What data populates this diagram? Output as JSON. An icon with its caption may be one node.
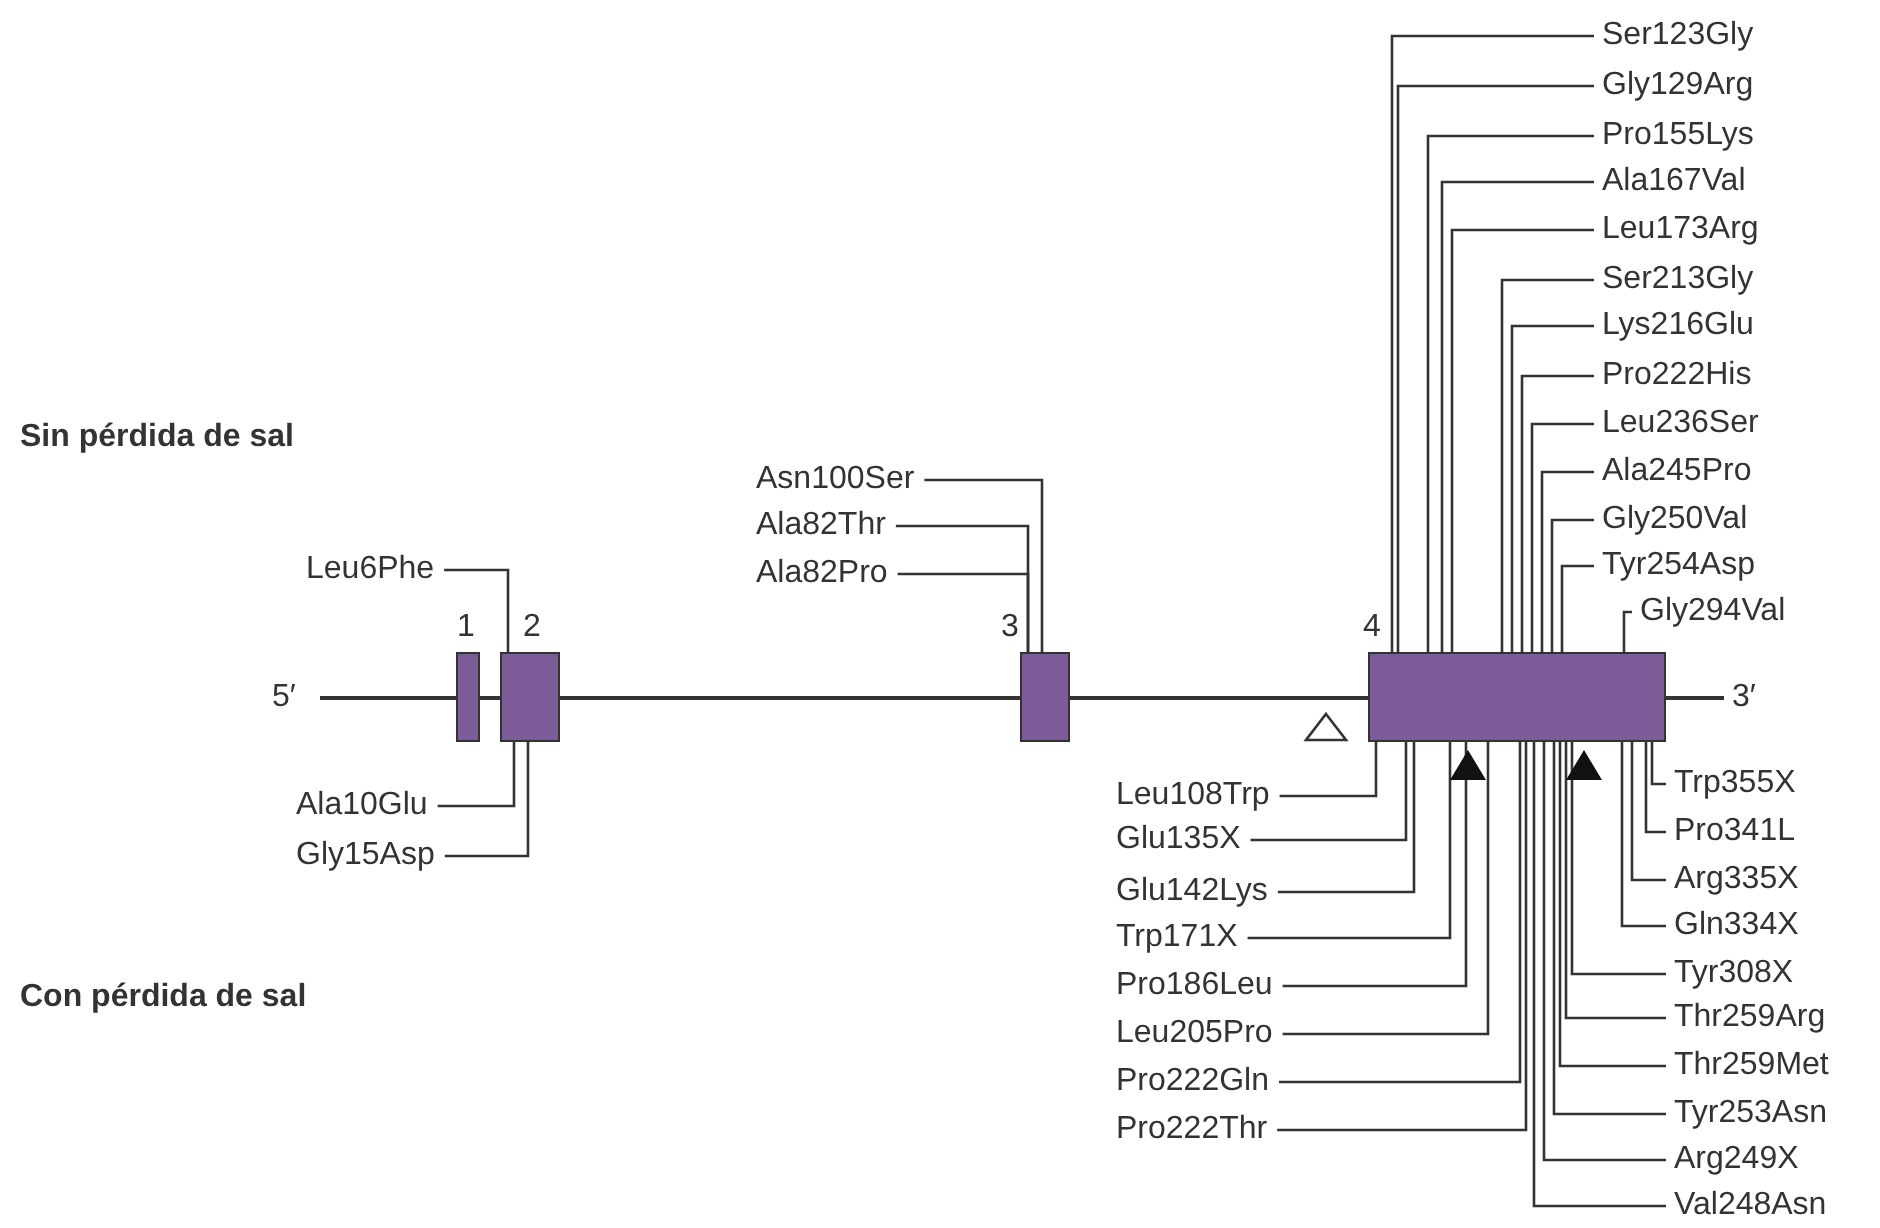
{
  "diagram": {
    "nodes": [
      {
        "text": [
          "1"
        ]
      },
      {
        "text": [
          "2"
        ]
      },
      {
        "text": [
          "3"
        ]
      },
      {
        "text": [
          "4"
        ]
      },
      {
        "text": [
          "Leu6Phe"
        ]
      },
      {
        "text": [
          "Asn100Ser"
        ]
      },
      {
        "text": [
          "Ala82Thr"
        ]
      },
      {
        "text": [
          "Ala82Pro"
        ]
      },
      {
        "text": [
          "Ser123Gly"
        ]
      },
      {
        "text": [
          "Gly129Arg"
        ]
      },
      {
        "text": [
          "Pro155Lys"
        ]
      },
      {
        "text": [
          "Ala167Val"
        ]
      },
      {
        "text": [
          "Leu173Arg"
        ]
      },
      {
        "text": [
          "Ser213Gly"
        ]
      },
      {
        "text": [
          "Lys216Glu"
        ]
      },
      {
        "text": [
          "Pro222His"
        ]
      },
      {
        "text": [
          "Leu236Ser"
        ]
      },
      {
        "text": [
          "Ala245Pro"
        ]
      },
      {
        "text": [
          "Gly250Val"
        ]
      },
      {
        "text": [
          "Tyr254Asp"
        ]
      },
      {
        "text": [
          "Gly294Val"
        ]
      },
      {
        "text": [
          "Ala10Glu"
        ]
      },
      {
        "text": [
          "Gly15Asp"
        ]
      },
      {
        "text": [
          "Leu108Trp"
        ]
      },
      {
        "text": [
          "Glu135X"
        ]
      },
      {
        "text": [
          "Glu142Lys"
        ]
      },
      {
        "text": [
          "Trp171X"
        ]
      },
      {
        "text": [
          "Pro186Leu"
        ]
      },
      {
        "text": [
          "Leu205Pro"
        ]
      },
      {
        "text": [
          "Pro222Gln"
        ]
      },
      {
        "text": [
          "Pro222Thr"
        ]
      },
      {
        "text": [
          "Trp355X"
        ]
      },
      {
        "text": [
          "Pro341L"
        ]
      },
      {
        "text": [
          "Arg335X"
        ]
      },
      {
        "text": [
          "Gln334X"
        ]
      },
      {
        "text": [
          "Tyr308X"
        ]
      },
      {
        "text": [
          "Thr259Arg"
        ]
      },
      {
        "text": [
          "Thr259Met"
        ]
      },
      {
        "text": [
          "Tyr253Asn"
        ]
      },
      {
        "text": [
          "Arg249X"
        ]
      },
      {
        "text": [
          "Val248Asn"
        ]
      }
    ],
    "edges": [
      {
        "from": 4,
        "to": 1,
        "arrow": "none"
      },
      {
        "from": 5,
        "to": 2,
        "arrow": "none"
      },
      {
        "from": 6,
        "to": 2,
        "arrow": "none"
      },
      {
        "from": 7,
        "to": 2,
        "arrow": "none"
      },
      {
        "from": 8,
        "to": 3,
        "arrow": "none"
      },
      {
        "from": 9,
        "to": 3,
        "arrow": "none"
      },
      {
        "from": 10,
        "to": 3,
        "arrow": "none"
      },
      {
        "from": 11,
        "to": 3,
        "arrow": "none"
      },
      {
        "from": 12,
        "to": 3,
        "arrow": "none"
      },
      {
        "from": 13,
        "to": 3,
        "arrow": "none"
      },
      {
        "from": 14,
        "to": 3,
        "arrow": "none"
      },
      {
        "from": 15,
        "to": 3,
        "arrow": "none"
      },
      {
        "from": 16,
        "to": 3,
        "arrow": "none"
      },
      {
        "from": 17,
        "to": 3,
        "arrow": "none"
      },
      {
        "from": 18,
        "to": 3,
        "arrow": "none"
      },
      {
        "from": 19,
        "to": 3,
        "arrow": "none"
      },
      {
        "from": 20,
        "to": 3,
        "arrow": "none"
      },
      {
        "from": 21,
        "to": 1,
        "arrow": "none"
      },
      {
        "from": 22,
        "to": 1,
        "arrow": "none"
      },
      {
        "from": 23,
        "to": 3,
        "arrow": "none"
      },
      {
        "from": 24,
        "to": 3,
        "arrow": "none"
      },
      {
        "from": 25,
        "to": 3,
        "arrow": "none"
      },
      {
        "from": 26,
        "to": 3,
        "arrow": "none"
      },
      {
        "from": 27,
        "to": 3,
        "arrow": "none"
      },
      {
        "from": 28,
        "to": 3,
        "arrow": "none"
      },
      {
        "from": 29,
        "to": 3,
        "arrow": "none"
      },
      {
        "from": 30,
        "to": 3,
        "arrow": "none"
      },
      {
        "from": 31,
        "to": 3,
        "arrow": "none"
      },
      {
        "from": 32,
        "to": 3,
        "arrow": "none"
      },
      {
        "from": 33,
        "to": 3,
        "arrow": "none"
      },
      {
        "from": 34,
        "to": 3,
        "arrow": "none"
      },
      {
        "from": 35,
        "to": 3,
        "arrow": "none"
      },
      {
        "from": 36,
        "to": 3,
        "arrow": "none"
      },
      {
        "from": 37,
        "to": 3,
        "arrow": "none"
      },
      {
        "from": 38,
        "to": 3,
        "arrow": "none"
      },
      {
        "from": 39,
        "to": 3,
        "arrow": "none"
      },
      {
        "from": 40,
        "to": 3,
        "arrow": "none"
      }
    ],
    "labels": [
      "Sin pérdida de sal",
      "5′",
      "3′",
      "Con pérdida de sal"
    ]
  }
}
